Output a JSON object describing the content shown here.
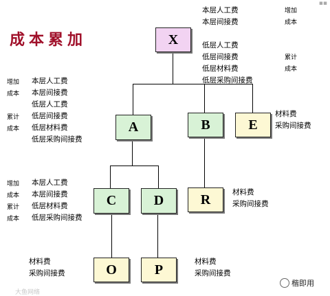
{
  "title": "成本累加",
  "nodes": {
    "X": "X",
    "A": "A",
    "B": "B",
    "E": "E",
    "C": "C",
    "D": "D",
    "R": "R",
    "O": "O",
    "P": "P"
  },
  "notes": {
    "x_right_items": "本层人工费\n本层间接费\n\n低层人工费\n低层间接费\n低层材料费\n低层采购间接费",
    "x_right_tags": "增加\n成本\n\n\n累计\n成本",
    "a_left_tags": "增加\n成本\n\n累计\n成本",
    "a_left_items": "本层人工费\n本层间接费\n低层人工费\n低层间接费\n低层材料费\n低层采购间接费",
    "e_right": "材料费\n采购间接费",
    "c_left_tags": "增加\n成本\n累计\n成本",
    "c_left_items": "本层人工费\n本层间接费\n低层材料费\n低层采购间接费",
    "r_right": "材料费\n采购间接费",
    "o_left": "材料费\n采购间接费",
    "p_right": "材料费\n采购间接费"
  },
  "watermark_left": "大鱼网络",
  "watermark_right": "楷即用"
}
